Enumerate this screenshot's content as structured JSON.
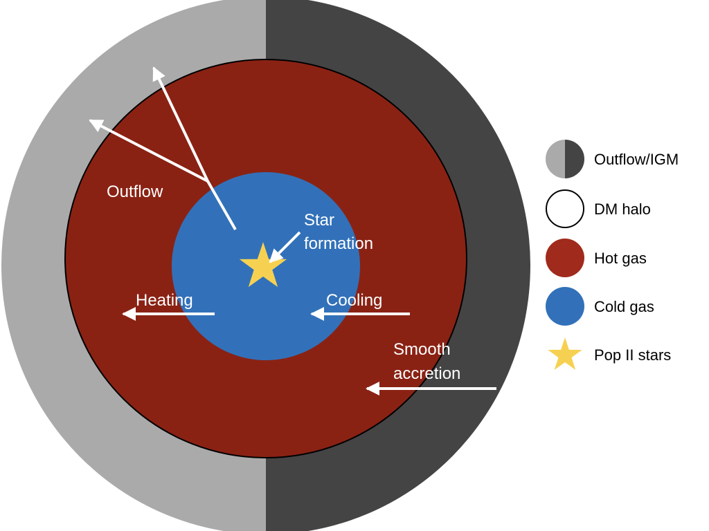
{
  "colors": {
    "outflow_light": "#aaaaaa",
    "outflow_dark": "#444444",
    "hot_gas": "#8a2214",
    "hot_gas_legend": "#a02a1c",
    "cold_gas": "#3271b9",
    "star": "#f6d151",
    "arrow": "#ffffff"
  },
  "diagram": {
    "labels": {
      "outflow": "Outflow",
      "star_formation_line1": "Star",
      "star_formation_line2": "formation",
      "heating": "Heating",
      "cooling": "Cooling",
      "smooth_accretion_line1": "Smooth",
      "smooth_accretion_line2": "accretion"
    },
    "icons": [
      "outflow-arrow",
      "heating-arrow",
      "cooling-arrow",
      "accretion-arrow",
      "star-formation-arrow",
      "pop-ii-star-icon"
    ]
  },
  "legend": {
    "items": [
      {
        "label": "Outflow/IGM",
        "icon": "half-gray-circle-icon"
      },
      {
        "label": "DM halo",
        "icon": "white-circle-icon"
      },
      {
        "label": "Hot gas",
        "icon": "red-circle-icon"
      },
      {
        "label": "Cold gas",
        "icon": "blue-circle-icon"
      },
      {
        "label": "Pop II stars",
        "icon": "star-icon"
      }
    ]
  }
}
